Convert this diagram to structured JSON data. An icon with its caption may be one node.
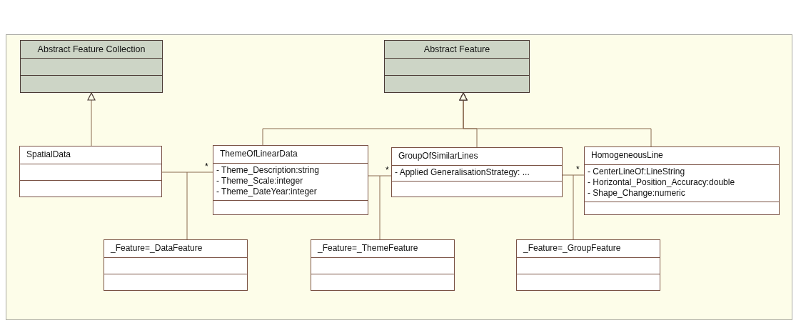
{
  "diagram": {
    "nodes": [
      {
        "text": [
          "Abstract Feature Collection"
        ]
      },
      {
        "text": [
          "Abstract Feature"
        ]
      },
      {
        "text": [
          "SpatialData"
        ]
      },
      {
        "text": [
          "ThemeOfLinearData",
          "- Theme_Description:string",
          "- Theme_Scale:integer",
          "- Theme_DateYear:integer"
        ]
      },
      {
        "text": [
          "GroupOfSimilarLines",
          "- Applied GeneralisationStrategy: ..."
        ]
      },
      {
        "text": [
          "HomogeneousLine",
          "- CenterLineOf:LineString",
          "- Horizontal_Position_Accuracy:double",
          "- Shape_Change:numeric"
        ]
      },
      {
        "text": [
          "_Feature=_DataFeature"
        ]
      },
      {
        "text": [
          "_Feature=_ThemeFeature"
        ]
      },
      {
        "text": [
          "_Feature=_GroupFeature"
        ]
      }
    ],
    "edges": [
      {
        "from": 2,
        "to": 0,
        "arrow": "to"
      },
      {
        "from": 3,
        "to": 1,
        "arrow": "to"
      },
      {
        "from": 4,
        "to": 1,
        "arrow": "to"
      },
      {
        "from": 5,
        "to": 1,
        "arrow": "to"
      },
      {
        "from": 2,
        "to": 3,
        "arrow": "none",
        "label": "*"
      },
      {
        "from": 3,
        "to": 4,
        "arrow": "none",
        "label": "*"
      },
      {
        "from": 4,
        "to": 5,
        "arrow": "none",
        "label": "*"
      },
      {
        "from": 6,
        "to": null,
        "arrow": "none"
      },
      {
        "from": 7,
        "to": null,
        "arrow": "none"
      },
      {
        "from": 8,
        "to": null,
        "arrow": "none"
      }
    ]
  }
}
